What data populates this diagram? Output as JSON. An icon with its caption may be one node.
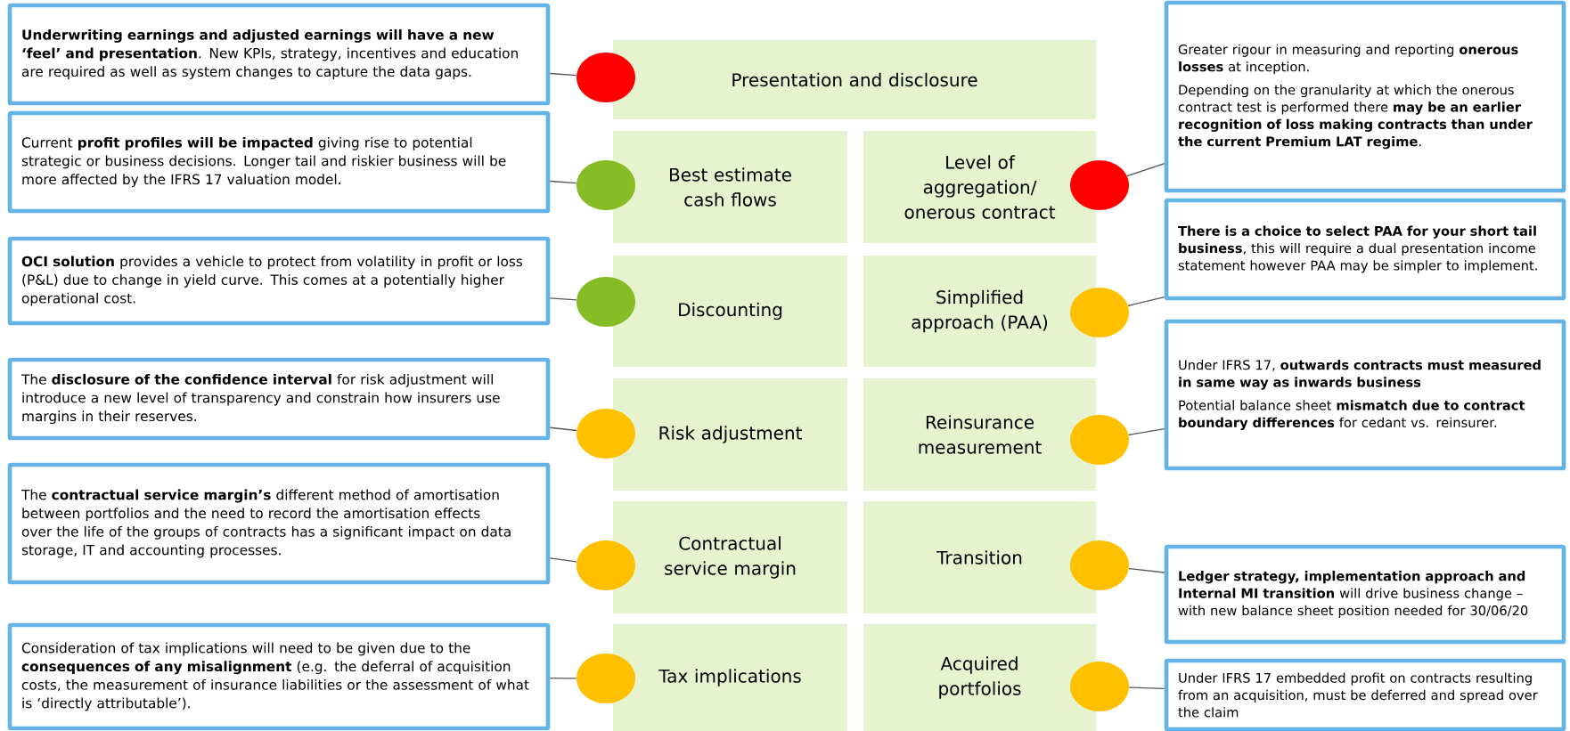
{
  "diagram": {
    "nodes": [
      {
        "text": [
          "**Underwriting earnings and adjusted earnings will have a new ‘feel’ and presentation**. New KPIs, strategy, incentives and education are required as well as system changes to capture the data gaps."
        ]
      },
      {
        "text": [
          "Current **profit profiles will be impacted** giving rise to potential strategic or business decisions. Longer tail and riskier business will be more affected by the IFRS 17 valuation model."
        ]
      },
      {
        "text": [
          "**OCI solution** provides a vehicle to protect from volatility in profit or loss (P&L) due to change in yield curve. This comes at a potentially higher operational cost."
        ]
      },
      {
        "text": [
          "The **disclosure of the confidence interval** for risk adjustment will introduce a new level of transparency and constrain how insurers use margins in their reserves."
        ]
      },
      {
        "text": [
          "The **contractual service margin’s** different method of amortisation between portfolios and the need to record the amortisation effects over the life of the groups of contracts has a significant impact on data storage, IT and accounting processes."
        ]
      },
      {
        "text": [
          "Consideration of tax implications will need to be given due to the **consequences of any misalignment** (e.g. the deferral of acquisition costs, the measurement of insurance liabilities or the assessment of what is ‘directly attributable’)."
        ]
      },
      {
        "text": [
          "Presentation and disclosure"
        ]
      },
      {
        "text": [
          "Best estimate cash flows"
        ]
      },
      {
        "text": [
          "Level of aggregation/ onerous contract"
        ]
      },
      {
        "text": [
          "Discounting"
        ]
      },
      {
        "text": [
          "Simplified approach (PAA)"
        ]
      },
      {
        "text": [
          "Risk adjustment"
        ]
      },
      {
        "text": [
          "Reinsurance measurement"
        ]
      },
      {
        "text": [
          "Contractual service margin"
        ]
      },
      {
        "text": [
          "Transition"
        ]
      },
      {
        "text": [
          "Tax implications"
        ]
      },
      {
        "text": [
          "Acquired portfolios"
        ]
      },
      {
        "text": [],
        "shape": "circle"
      },
      {
        "text": [],
        "shape": "circle"
      },
      {
        "text": [],
        "shape": "circle"
      },
      {
        "text": [],
        "shape": "circle"
      },
      {
        "text": [],
        "shape": "circle"
      },
      {
        "text": [],
        "shape": "circle"
      },
      {
        "text": [],
        "shape": "circle"
      },
      {
        "text": [],
        "shape": "circle"
      },
      {
        "text": [],
        "shape": "circle"
      },
      {
        "text": [],
        "shape": "circle"
      },
      {
        "text": [],
        "shape": "circle"
      },
      {
        "text": [
          "Greater rigour in measuring and reporting **onerous losses** at inception.",
          "Depending on the granularity at which the onerous contract test is performed there **may be an earlier recognition of loss making contracts than under the current Premium LAT regime**."
        ]
      },
      {
        "text": [
          "**There is a choice to select PAA for your short tail business**, this will require a dual presentation income statement however PAA may be simpler to implement."
        ]
      },
      {
        "text": [
          "Under IFRS 17, **outwards contracts must measured in same way as inwards business**",
          "Potential balance sheet **mismatch due to contract boundary differences** for cedant vs. reinsurer."
        ]
      },
      {
        "text": [
          "**Ledger strategy, implementation approach and Internal MI transition** will drive business change – with new balance sheet position needed for 30/06/20"
        ]
      },
      {
        "text": [
          "Under IFRS 17 embedded profit on contracts resulting from an acquisition, must be deferred and spread over the claim"
        ]
      }
    ],
    "edges": [
      {
        "from": 0,
        "to": 17,
        "arrow": "none"
      },
      {
        "from": 1,
        "to": 18,
        "arrow": "none"
      },
      {
        "from": 2,
        "to": 20,
        "arrow": "none"
      },
      {
        "from": 3,
        "to": 22,
        "arrow": "none"
      },
      {
        "from": 4,
        "to": 24,
        "arrow": "none"
      },
      {
        "from": 5,
        "to": 26,
        "arrow": "none"
      },
      {
        "from": 28,
        "to": 19,
        "arrow": "none"
      },
      {
        "from": 29,
        "to": 21,
        "arrow": "none"
      },
      {
        "from": 30,
        "to": 23,
        "arrow": "none"
      },
      {
        "from": 31,
        "to": 25,
        "arrow": "none"
      },
      {
        "from": 32,
        "to": 27,
        "arrow": "none"
      }
    ]
  }
}
